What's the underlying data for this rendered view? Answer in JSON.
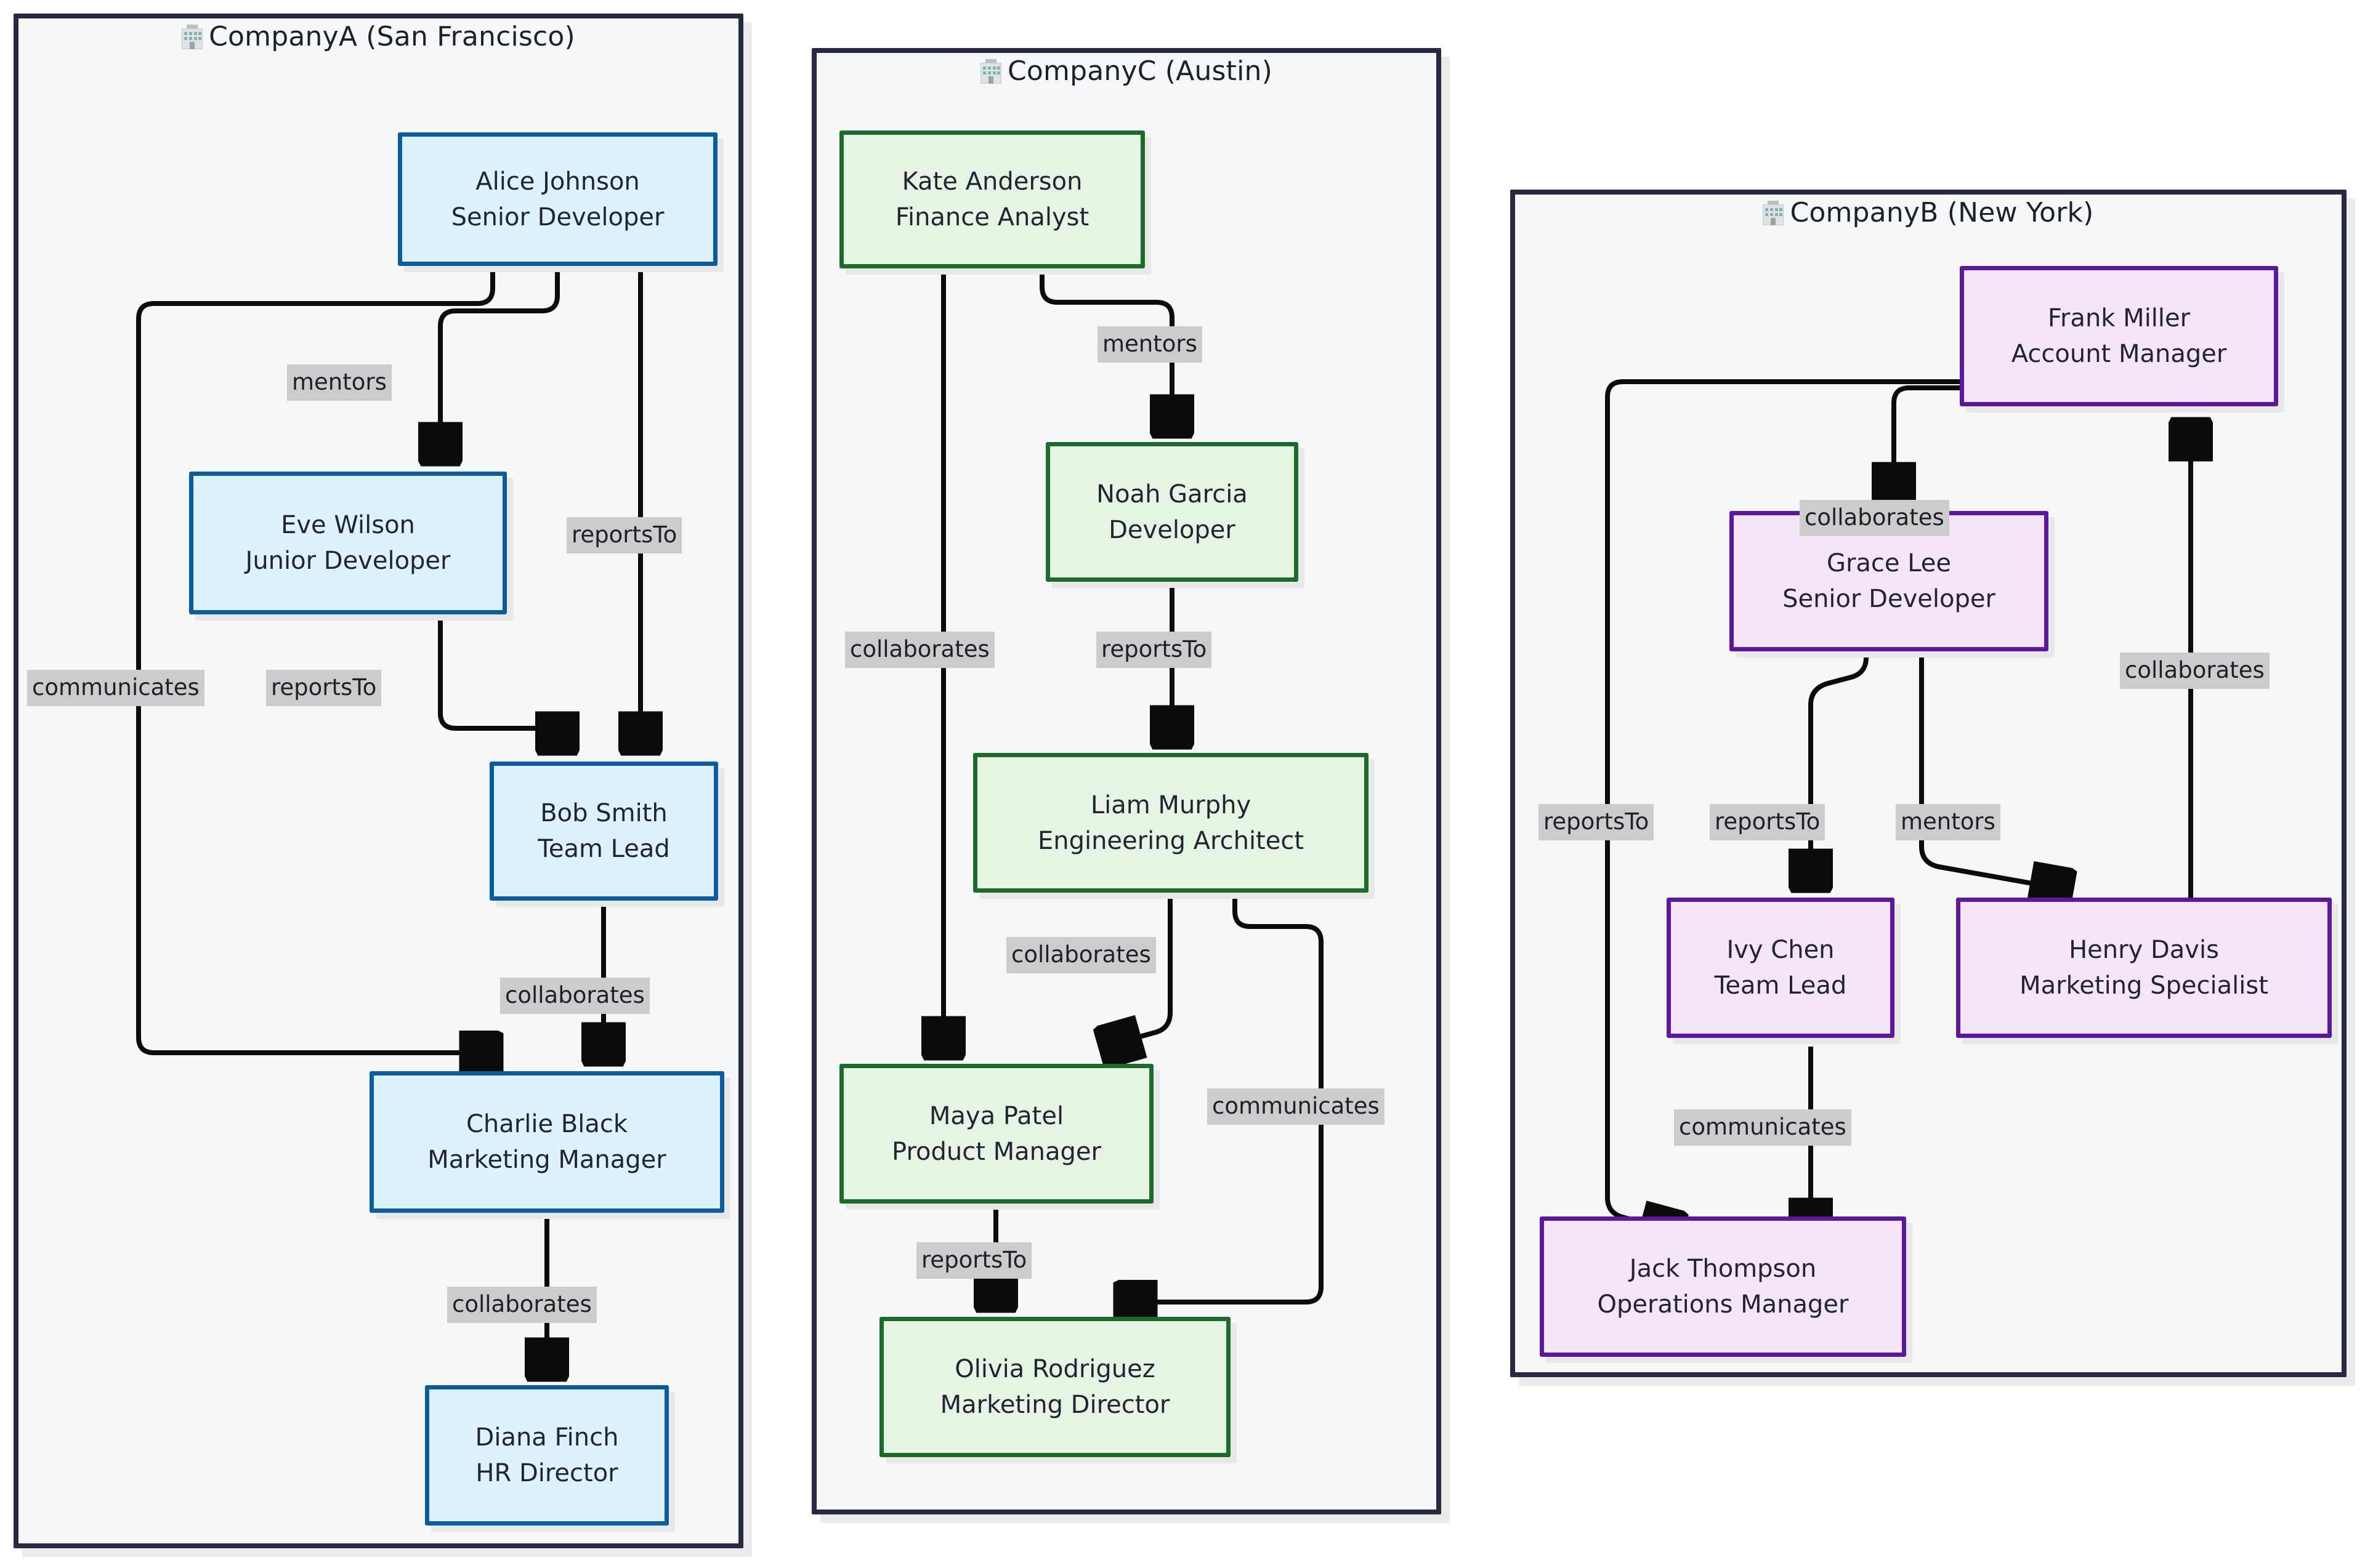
{
  "diagram": {
    "type": "org-relationship-graph",
    "background": "#ffffff",
    "edge_label_bg": "#cccccc",
    "cluster_border": "#272a42",
    "cluster_fill": "#f6f7f9"
  },
  "clusters": [
    {
      "id": "companyA",
      "icon": "building-icon",
      "title": "CompanyA (San Francisco)",
      "accent_border": "#0a5c9e",
      "accent_fill": "#ddf2fd",
      "nodes": [
        {
          "id": "alice",
          "name": "Alice Johnson",
          "role": "Senior Developer"
        },
        {
          "id": "eve",
          "name": "Eve Wilson",
          "role": "Junior Developer"
        },
        {
          "id": "bob",
          "name": "Bob Smith",
          "role": "Team Lead"
        },
        {
          "id": "charlie",
          "name": "Charlie Black",
          "role": "Marketing Manager"
        },
        {
          "id": "diana",
          "name": "Diana Finch",
          "role": "HR Director"
        }
      ],
      "edges": [
        {
          "from": "alice",
          "to": "eve",
          "label": "mentors"
        },
        {
          "from": "alice",
          "to": "bob",
          "label": "reportsTo"
        },
        {
          "from": "alice",
          "to": "charlie",
          "label": "communicates"
        },
        {
          "from": "eve",
          "to": "bob",
          "label": "reportsTo"
        },
        {
          "from": "bob",
          "to": "charlie",
          "label": "collaborates"
        },
        {
          "from": "charlie",
          "to": "diana",
          "label": "collaborates"
        }
      ]
    },
    {
      "id": "companyC",
      "icon": "building-icon",
      "title": "CompanyC (Austin)",
      "accent_border": "#1d6b2b",
      "accent_fill": "#e6f4e3",
      "nodes": [
        {
          "id": "kate",
          "name": "Kate Anderson",
          "role": "Finance Analyst"
        },
        {
          "id": "noah",
          "name": "Noah Garcia",
          "role": "Developer"
        },
        {
          "id": "liam",
          "name": "Liam Murphy",
          "role": "Engineering Architect"
        },
        {
          "id": "maya",
          "name": "Maya Patel",
          "role": "Product Manager"
        },
        {
          "id": "olivia",
          "name": "Olivia Rodriguez",
          "role": "Marketing Director"
        }
      ],
      "edges": [
        {
          "from": "kate",
          "to": "noah",
          "label": "mentors"
        },
        {
          "from": "kate",
          "to": "maya",
          "label": "collaborates"
        },
        {
          "from": "noah",
          "to": "liam",
          "label": "reportsTo"
        },
        {
          "from": "liam",
          "to": "maya",
          "label": "collaborates"
        },
        {
          "from": "liam",
          "to": "olivia",
          "label": "communicates"
        },
        {
          "from": "maya",
          "to": "olivia",
          "label": "reportsTo"
        }
      ]
    },
    {
      "id": "companyB",
      "icon": "building-icon",
      "title": "CompanyB (New York)",
      "accent_border": "#5b189c",
      "accent_fill": "#f4e5f9",
      "nodes": [
        {
          "id": "frank",
          "name": "Frank Miller",
          "role": "Account Manager"
        },
        {
          "id": "grace",
          "name": "Grace Lee",
          "role": "Senior Developer"
        },
        {
          "id": "ivy",
          "name": "Ivy Chen",
          "role": "Team Lead"
        },
        {
          "id": "henry",
          "name": "Henry Davis",
          "role": "Marketing Specialist"
        },
        {
          "id": "jack",
          "name": "Jack Thompson",
          "role": "Operations Manager"
        }
      ],
      "edges": [
        {
          "from": "frank",
          "to": "grace",
          "label": "collaborates"
        },
        {
          "from": "frank",
          "to": "jack",
          "label": "reportsTo"
        },
        {
          "from": "grace",
          "to": "ivy",
          "label": "reportsTo"
        },
        {
          "from": "grace",
          "to": "henry",
          "label": "mentors"
        },
        {
          "from": "henry",
          "to": "frank",
          "label": "collaborates"
        },
        {
          "from": "ivy",
          "to": "jack",
          "label": "communicates"
        }
      ]
    }
  ],
  "labels": {
    "mentors": "mentors",
    "reportsTo": "reportsTo",
    "collaborates": "collaborates",
    "communicates": "communicates"
  }
}
